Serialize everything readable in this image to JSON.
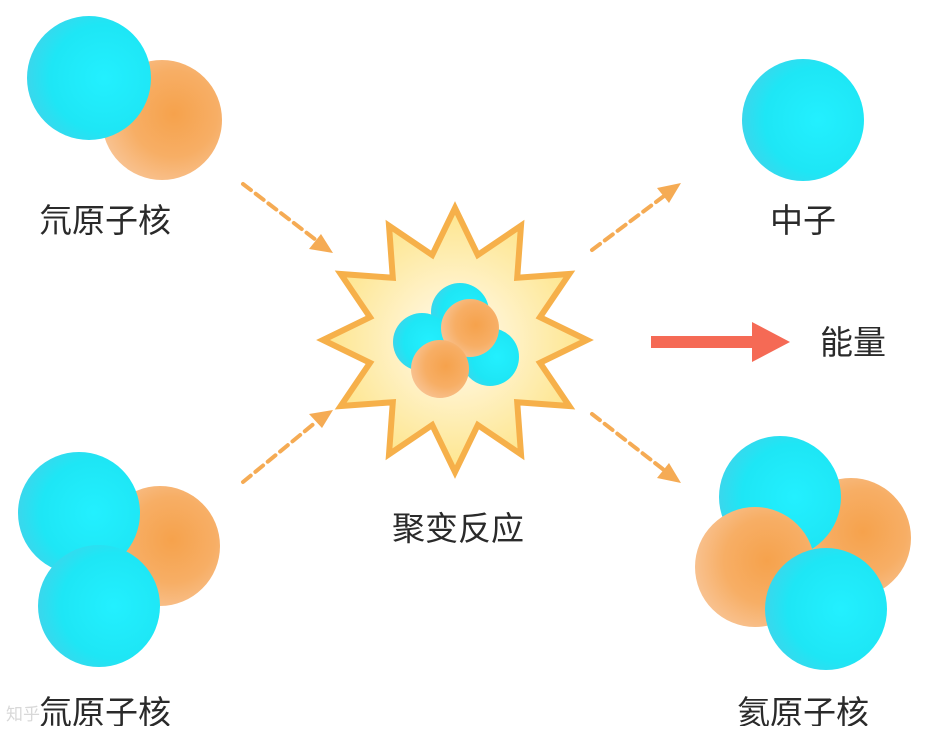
{
  "labels": {
    "deuterium": "氘原子核",
    "tritium": "氚原子核",
    "fusion": "聚变反应",
    "neutron": "中子",
    "energy": "能量",
    "helium": "氦原子核"
  },
  "watermark": "知乎",
  "colors": {
    "neutron": "#1ee8f6",
    "proton": "#f6a454",
    "arrow_orange": "#f5ab54",
    "arrow_red": "#f56a55",
    "star_fill": "#fde58c",
    "star_stroke": "#f6b04a"
  }
}
